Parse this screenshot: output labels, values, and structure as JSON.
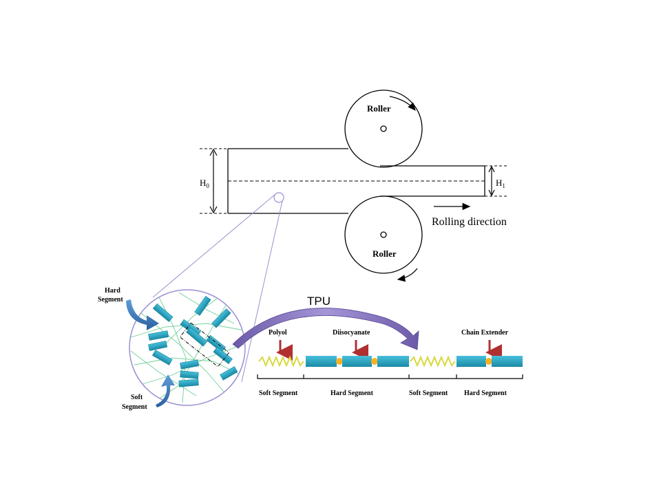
{
  "rolling": {
    "roller_top_label": "Roller",
    "roller_bottom_label": "Roller",
    "h0_label": "H",
    "h0_sub": "0",
    "h1_label": "H",
    "h1_sub": "1",
    "direction_label": "Rolling direction"
  },
  "micro": {
    "hard_segment_label_1": "Hard",
    "hard_segment_label_2": "Segment",
    "soft_segment_label_1": "Soft",
    "soft_segment_label_2": "Segment"
  },
  "tpu": {
    "title": "TPU",
    "polyol_label": "Polyol",
    "diisocyanate_label": "Diisocyanate",
    "chain_extender_label": "Chain Extender",
    "brackets": [
      "Soft Segment",
      "Hard Segment",
      "Soft Segment",
      "Hard Segment"
    ]
  },
  "colors": {
    "hard_segment": "#2aa7c4",
    "soft_segment": "#e8e84a",
    "junction": "#f5b324",
    "network_line": "#6fcf97",
    "arrow_red": "#c0392b",
    "curved_arrow": "#7b68b8",
    "lens_line": "#9b8fd0"
  }
}
